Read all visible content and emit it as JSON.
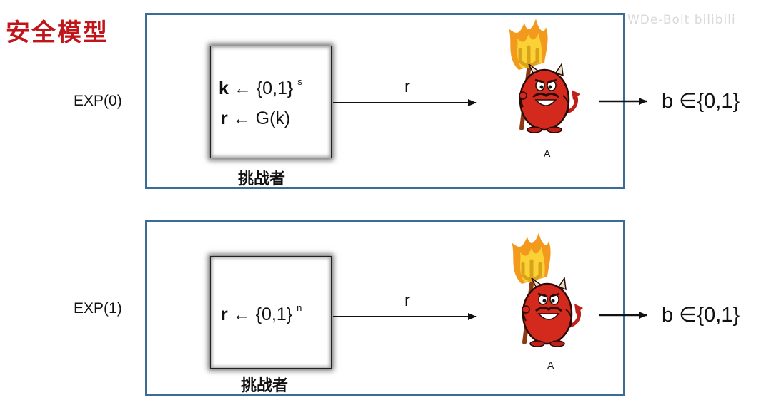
{
  "title": "安全模型",
  "watermark": "WDe-Bolt bilibili",
  "experiments": [
    {
      "label": "EXP(0)",
      "challenger_line1_var": "k",
      "challenger_line1_rest": " ← {0,1}",
      "challenger_line1_sup": "s",
      "challenger_line2_var": "r",
      "challenger_line2_rest": " ← G(k)",
      "challenger_role": "挑战者",
      "message": "r",
      "adversary_label": "A",
      "output": "b ∈{0,1}"
    },
    {
      "label": "EXP(1)",
      "challenger_line1_var": "r",
      "challenger_line1_rest": " ← {0,1}",
      "challenger_line1_sup": "n",
      "challenger_role": "挑战者",
      "message": "r",
      "adversary_label": "A",
      "output": "b ∈{0,1}"
    }
  ],
  "icons": {
    "adversary": "devil-with-flaming-trident-icon"
  },
  "colors": {
    "title": "#c0161b",
    "panel_border": "#3a6c96",
    "devil_body": "#d42a1d",
    "flame": "#f39a1e"
  }
}
